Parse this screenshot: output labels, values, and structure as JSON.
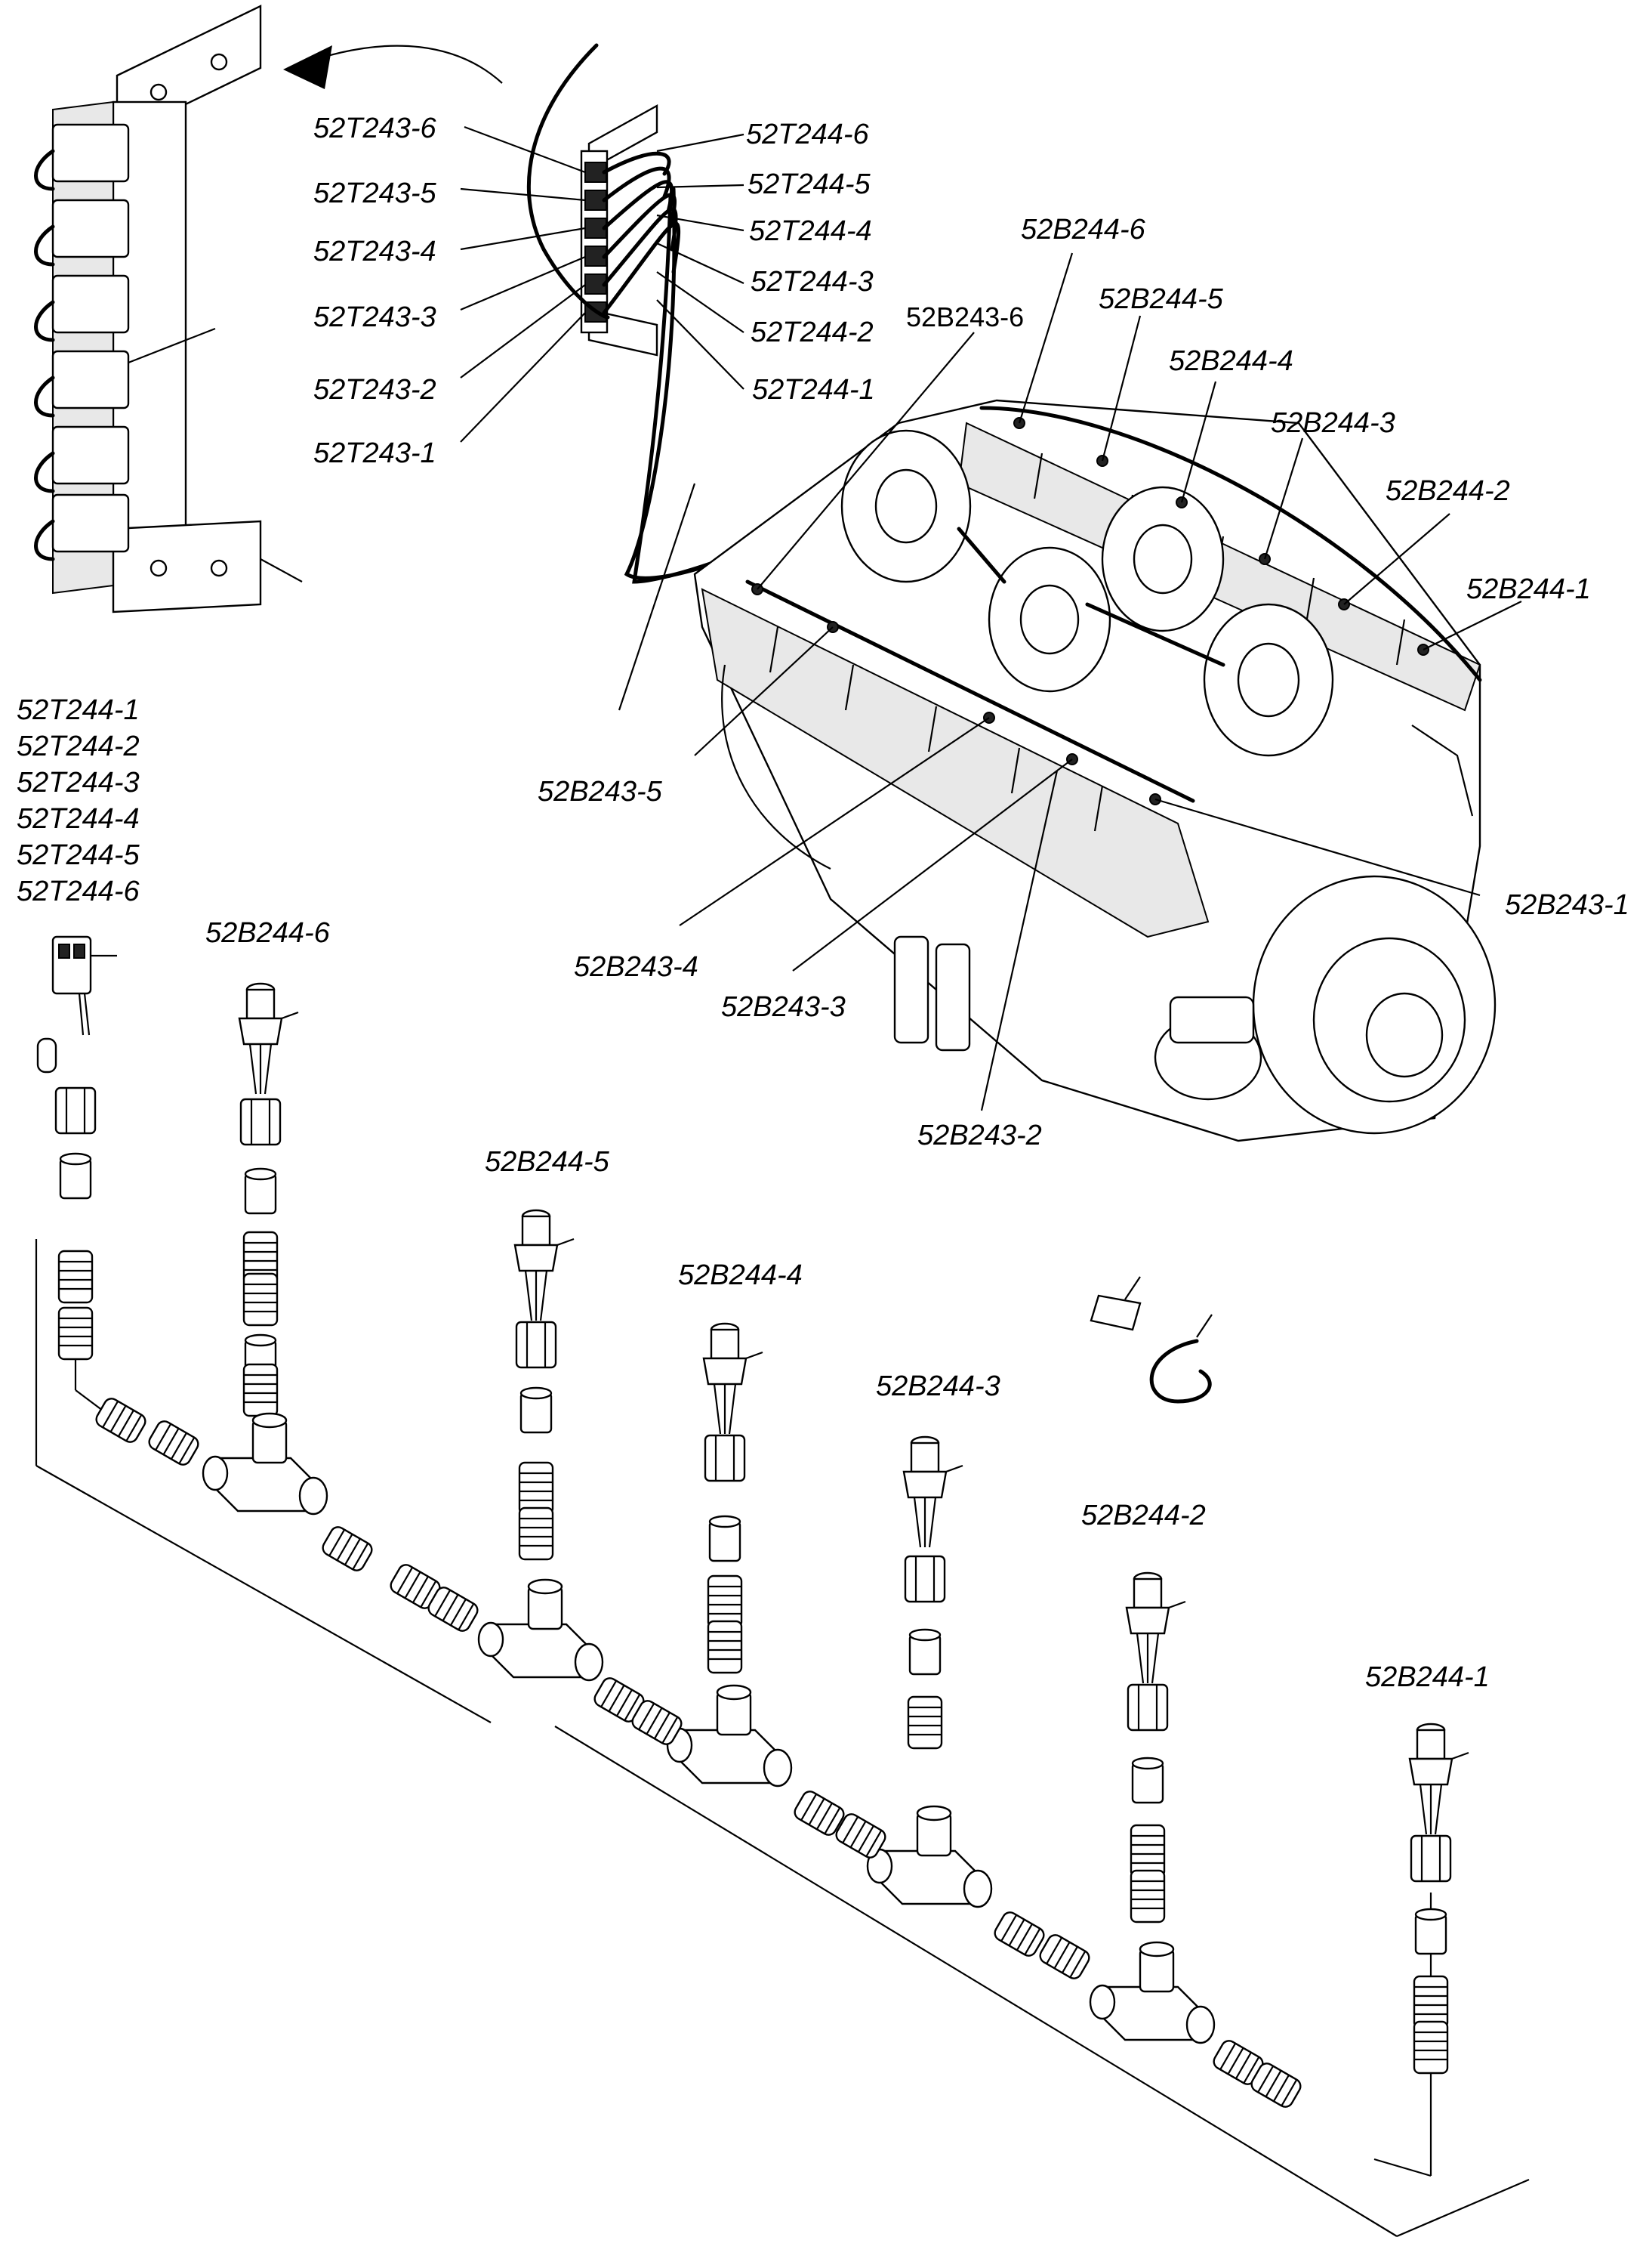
{
  "terminal_callouts": {
    "t243_6": "52T243-6",
    "t243_5": "52T243-5",
    "t243_4": "52T243-4",
    "t243_3": "52T243-3",
    "t243_2": "52T243-2",
    "t243_1": "52T243-1",
    "t244_6": "52T244-6",
    "t244_5": "52T244-5",
    "t244_4": "52T244-4",
    "t244_3": "52T244-3",
    "t244_2": "52T244-2",
    "t244_1": "52T244-1"
  },
  "engine_callouts": {
    "b244_6": "52B244-6",
    "b244_5": "52B244-5",
    "b244_4": "52B244-4",
    "b244_3": "52B244-3",
    "b244_2": "52B244-2",
    "b244_1": "52B244-1",
    "b243_6": "52B243-6",
    "b243_5": "52B243-5",
    "b243_4": "52B243-4",
    "b243_3": "52B243-3",
    "b243_2": "52B243-2",
    "b243_1": "52B243-1"
  },
  "connector_list": [
    "52T244-1",
    "52T244-2",
    "52T244-3",
    "52T244-4",
    "52T244-5",
    "52T244-6"
  ],
  "sensor_callouts": {
    "s6": "52B244-6",
    "s5": "52B244-5",
    "s4": "52B244-4",
    "s3": "52B244-3",
    "s2": "52B244-2",
    "s1": "52B244-1"
  }
}
